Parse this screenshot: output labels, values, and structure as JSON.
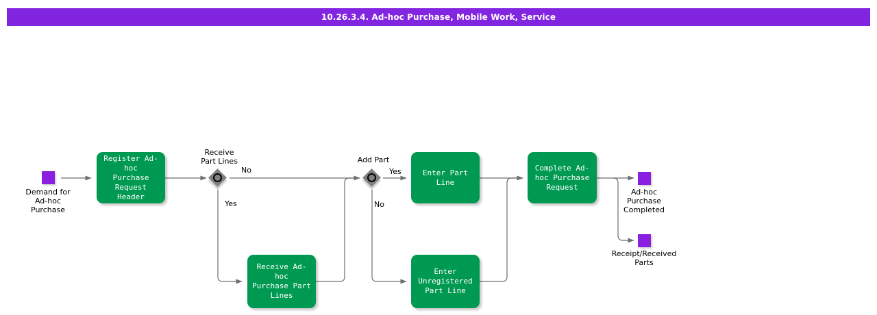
{
  "header": {
    "title": "10.26.3.4. Ad-hoc Purchase, Mobile Work, Service",
    "background_color": "#8225e0",
    "text_color": "#ffffff"
  },
  "palette": {
    "task_fill": "#009951",
    "task_text": "#ffffff",
    "event_fill": "#8a1fe0",
    "gateway_fill": "#808080",
    "gateway_ring": "#000000",
    "connector": "#6e6e6e",
    "canvas": "#ffffff",
    "label_text": "#000000"
  },
  "diagram": {
    "type": "bpmn-process-flow",
    "start_events": [
      {
        "id": "start-demand",
        "label": "Demand for\nAd-hoc\nPurchase"
      }
    ],
    "tasks": [
      {
        "id": "task-register-header",
        "label": "Register Ad-hoc\nPurchase\nRequest Header"
      },
      {
        "id": "task-receive-part-lines",
        "label": "Receive Ad-hoc\nPurchase Part\nLines"
      },
      {
        "id": "task-enter-part-line",
        "label": "Enter Part Line"
      },
      {
        "id": "task-enter-unregistered-part-line",
        "label": "Enter\nUnregistered\nPart Line"
      },
      {
        "id": "task-complete-request",
        "label": "Complete Ad-\nhoc Purchase\nRequest"
      }
    ],
    "gateways": [
      {
        "id": "gateway-receive-part-lines",
        "label": "Receive\nPart Lines",
        "yes_label": "Yes",
        "no_label": "No"
      },
      {
        "id": "gateway-add-part",
        "label": "Add Part",
        "yes_label": "Yes",
        "no_label": "No"
      }
    ],
    "end_events": [
      {
        "id": "end-purchase-completed",
        "label": "Ad-hoc\nPurchase\nCompleted"
      },
      {
        "id": "end-receipt-received-parts",
        "label": "Receipt/Received\nParts"
      }
    ],
    "flow_labels": {
      "gw1_no": "No",
      "gw1_yes": "Yes",
      "gw2_yes": "Yes",
      "gw2_no": "No"
    }
  }
}
